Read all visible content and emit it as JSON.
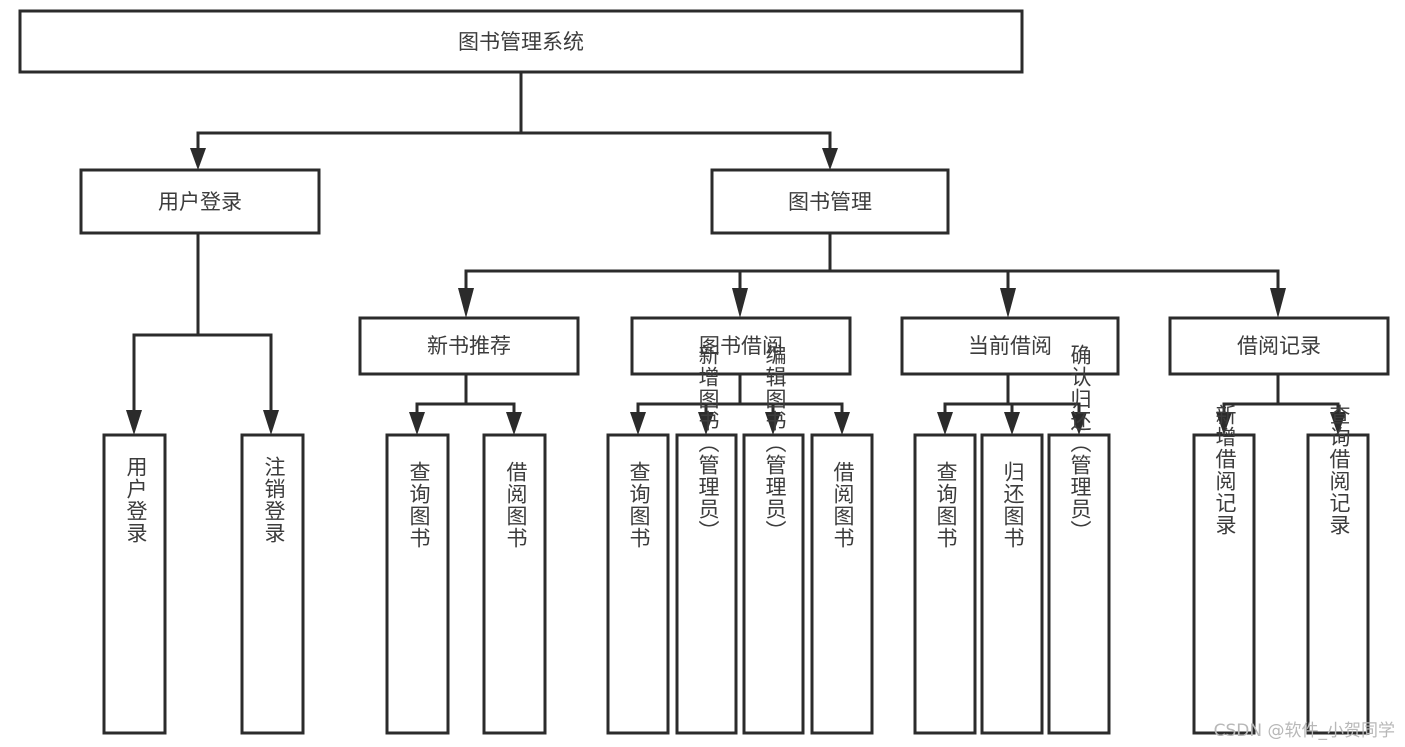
{
  "diagram": {
    "type": "tree-hierarchy-chart",
    "root": {
      "id": "root",
      "label": "图书管理系统"
    },
    "level2": [
      {
        "id": "user-login",
        "label": "用户登录"
      },
      {
        "id": "book-manage",
        "label": "图书管理"
      }
    ],
    "level3": [
      {
        "id": "new-book-rec",
        "label": "新书推荐",
        "parent": "book-manage"
      },
      {
        "id": "book-borrow",
        "label": "图书借阅",
        "parent": "book-manage"
      },
      {
        "id": "current-borrow",
        "label": "当前借阅",
        "parent": "book-manage"
      },
      {
        "id": "borrow-record",
        "label": "借阅记录",
        "parent": "book-manage"
      }
    ],
    "leaves": [
      {
        "id": "leaf-user-login",
        "label": "用户登录",
        "parent": "user-login"
      },
      {
        "id": "leaf-logout-login",
        "label": "注销登录",
        "parent": "user-login"
      },
      {
        "id": "leaf-query-book-1",
        "label": "查询图书",
        "parent": "new-book-rec"
      },
      {
        "id": "leaf-borrow-book-1",
        "label": "借阅图书",
        "parent": "new-book-rec"
      },
      {
        "id": "leaf-query-book-2",
        "label": "查询图书",
        "parent": "book-borrow"
      },
      {
        "id": "leaf-add-book",
        "label": "新增图书（管理员）",
        "parent": "book-borrow"
      },
      {
        "id": "leaf-edit-book",
        "label": "编辑图书（管理员）",
        "parent": "book-borrow"
      },
      {
        "id": "leaf-borrow-book-2",
        "label": "借阅图书",
        "parent": "book-borrow"
      },
      {
        "id": "leaf-query-book-3",
        "label": "查询图书",
        "parent": "current-borrow"
      },
      {
        "id": "leaf-return-book",
        "label": "归还图书",
        "parent": "current-borrow"
      },
      {
        "id": "leaf-confirm-return",
        "label": "确认归还（管理员）",
        "parent": "current-borrow"
      },
      {
        "id": "leaf-add-record",
        "label": "新增借阅记录",
        "parent": "borrow-record"
      },
      {
        "id": "leaf-query-record",
        "label": "查询借阅记录",
        "parent": "borrow-record"
      }
    ],
    "colors": {
      "box_border": "#2b2b2b",
      "box_fill": "#ffffff",
      "text": "#3c3c3c",
      "connector": "#2b2b2b",
      "background": "#ffffff",
      "watermark": "#b8b8b8"
    }
  },
  "watermark": {
    "text": "CSDN @软件_小贺同学"
  }
}
